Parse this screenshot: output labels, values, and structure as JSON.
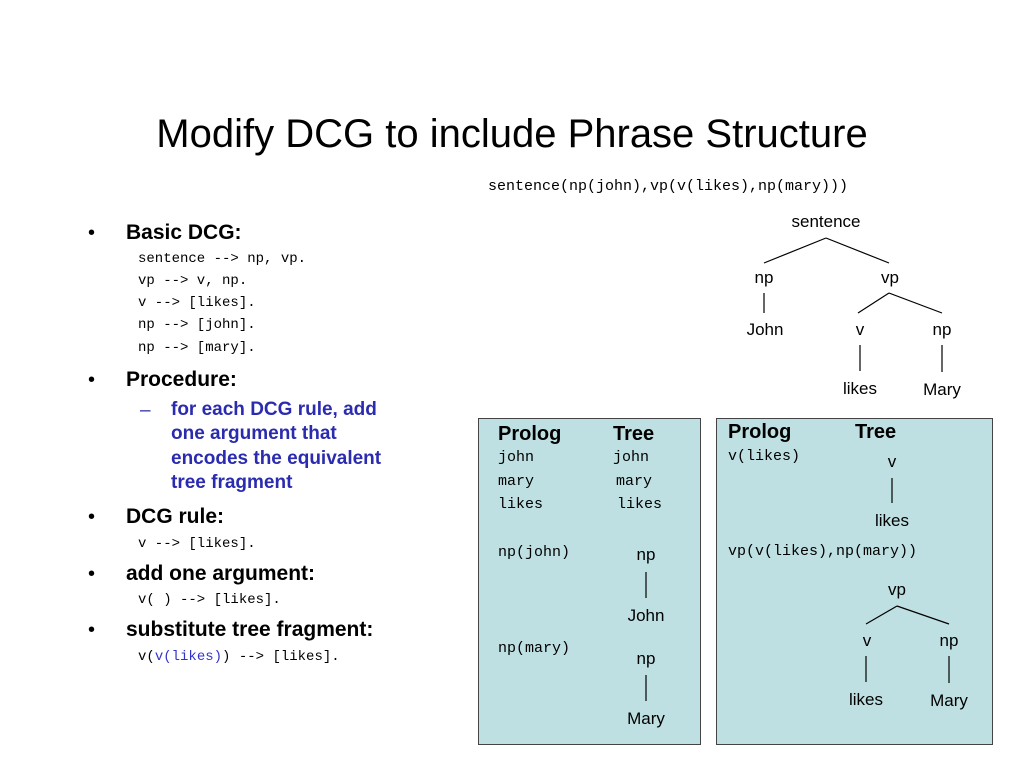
{
  "title": "Modify DCG to include Phrase Structure",
  "signature": "sentence(np(john),vp(v(likes),np(mary)))",
  "top_tree": {
    "sentence": "sentence",
    "np": "np",
    "vp": "vp",
    "john": "John",
    "v": "v",
    "np2": "np",
    "likes": "likes",
    "mary": "Mary"
  },
  "bullets": {
    "marker": "•",
    "dash": "–",
    "basic_dcg": "Basic DCG:",
    "basic_rules": [
      "sentence --> np, vp.",
      "vp --> v, np.",
      "v --> [likes].",
      "np --> [john].",
      "np --> [mary]."
    ],
    "procedure": "Procedure:",
    "procedure_sub": [
      "for each DCG rule, add",
      "one argument that",
      "encodes the equivalent",
      "tree fragment"
    ],
    "dcg_rule": "DCG rule:",
    "dcg_rule_code": "v --> [likes].",
    "add_arg": "add one argument:",
    "add_arg_code": "v( ) --> [likes].",
    "substitute": "substitute tree fragment:",
    "sub_code_pre": "v(",
    "sub_code_hl": "v(likes)",
    "sub_code_post": ") --> [likes]."
  },
  "box1": {
    "head_prolog": "Prolog",
    "head_tree": "Tree",
    "rows": [
      {
        "prolog": "john",
        "tree": "john"
      },
      {
        "prolog": "mary",
        "tree": "mary"
      },
      {
        "prolog": "likes",
        "tree": "likes"
      }
    ],
    "np_john": "np(john)",
    "np_john_tree": {
      "np": "np",
      "leaf": "John"
    },
    "np_mary": "np(mary)",
    "np_mary_tree": {
      "np": "np",
      "leaf": "Mary"
    }
  },
  "box2": {
    "head_prolog": "Prolog",
    "head_tree": "Tree",
    "v_likes": "v(likes)",
    "v_tree": {
      "v": "v",
      "leaf": "likes"
    },
    "vp_code": "vp(v(likes),np(mary))",
    "vp_tree": {
      "vp": "vp",
      "v": "v",
      "np": "np",
      "likes": "likes",
      "mary": "Mary"
    }
  },
  "colors": {
    "box_bg": "#bfe0e2",
    "highlight": "#3333cc"
  }
}
